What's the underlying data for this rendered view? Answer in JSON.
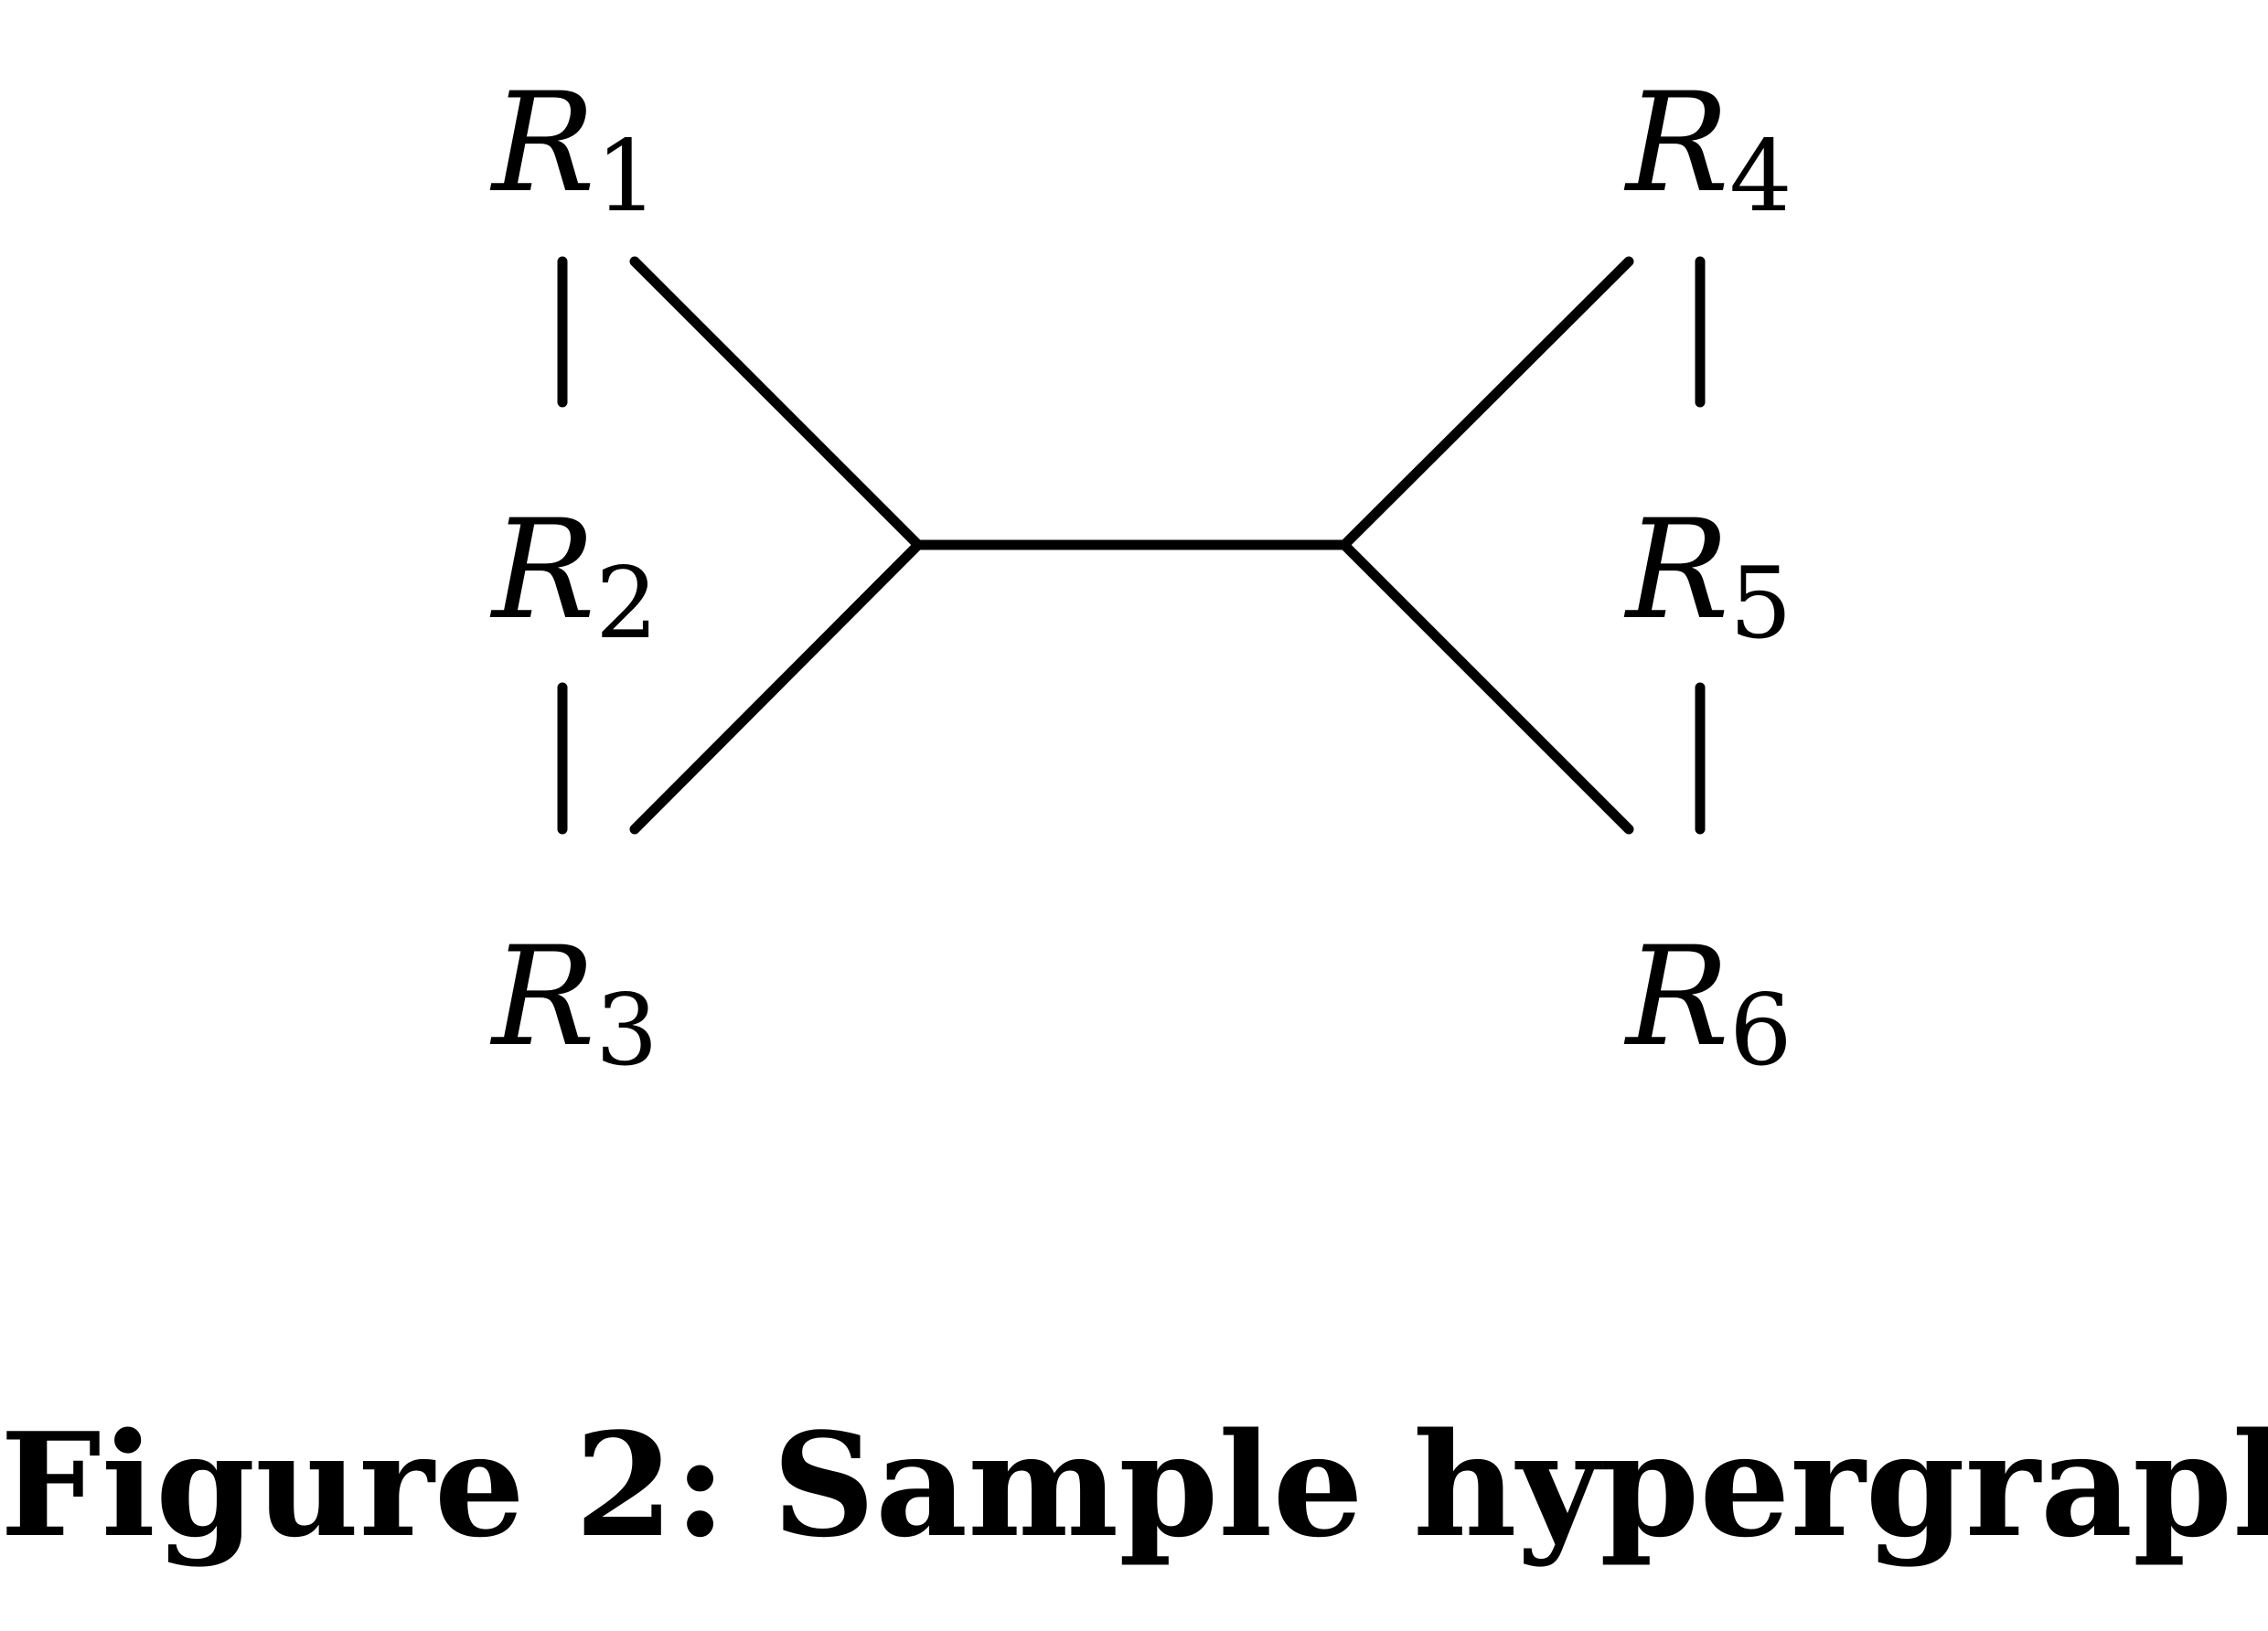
{
  "diagram": {
    "nodes": [
      {
        "id": "R1",
        "letter": "R",
        "sub": "1"
      },
      {
        "id": "R2",
        "letter": "R",
        "sub": "2"
      },
      {
        "id": "R3",
        "letter": "R",
        "sub": "3"
      },
      {
        "id": "R4",
        "letter": "R",
        "sub": "4"
      },
      {
        "id": "R5",
        "letter": "R",
        "sub": "5"
      },
      {
        "id": "R6",
        "letter": "R",
        "sub": "6"
      }
    ],
    "edges": [
      [
        "R1",
        "R2"
      ],
      [
        "R2",
        "R3"
      ],
      [
        "R4",
        "R5"
      ],
      [
        "R5",
        "R6"
      ]
    ],
    "hyperedge": {
      "left_members": [
        "R1",
        "R3"
      ],
      "right_members": [
        "R4",
        "R6"
      ]
    },
    "stroke_color": "#000000"
  },
  "caption": {
    "label": "Figure 2:",
    "text": "Sample hypergraph"
  }
}
